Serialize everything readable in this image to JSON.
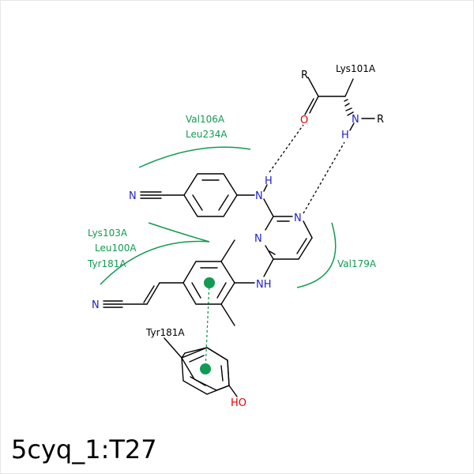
{
  "title": "5cyq_1:T27",
  "atoms": {
    "n_nitrile_left": "N",
    "n_amine_top": "N",
    "h_amine_top": "H",
    "n_pyr_1": "N",
    "n_pyr_2": "N",
    "nh_bottom": "NH",
    "n_nitrile_bottom": "N",
    "r_top_left": "R",
    "o_carbonyl": "O",
    "n_backbone": "N",
    "h_backbone": "H",
    "r_right": "R",
    "ho": "HO"
  },
  "residues": {
    "lys101a": "Lys101A",
    "val106a": "Val106A",
    "leu234a": "Leu234A",
    "lys103a": "Lys103A",
    "leu100a": "Leu100A",
    "tyr181a_left": "Tyr181A",
    "val179a": "Val179A",
    "tyr181a_ring": "Tyr181A"
  },
  "colors": {
    "carbon": "#000000",
    "nitrogen": "#1f1fc8",
    "oxygen": "#e00000",
    "hydrophobic": "#119a52"
  }
}
